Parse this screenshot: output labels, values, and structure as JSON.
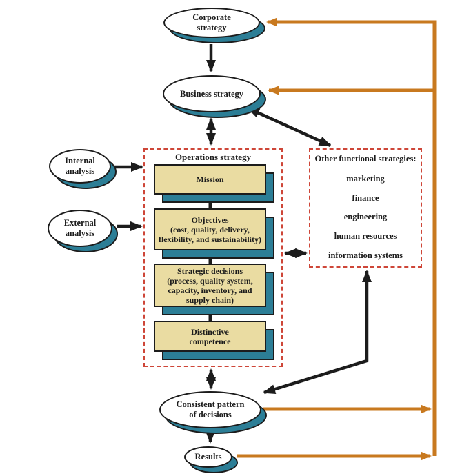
{
  "palette": {
    "teal_shadow": "#2C7E96",
    "tan_box": "#EADCA2",
    "dashed_red": "#CE4638",
    "feedback_orange": "#C8791F",
    "arrow_black": "#1c1c1c"
  },
  "nodes": {
    "corporate": {
      "line1": "Corporate",
      "line2": "strategy"
    },
    "business": {
      "label": "Business strategy"
    },
    "internal": {
      "line1": "Internal",
      "line2": "analysis"
    },
    "external": {
      "line1": "External",
      "line2": "analysis"
    },
    "consistent": {
      "line1": "Consistent pattern",
      "line2": "of decisions"
    },
    "results": {
      "label": "Results"
    }
  },
  "operations_panel": {
    "title": "Operations strategy",
    "boxes": [
      {
        "lines": [
          "Mission"
        ]
      },
      {
        "lines": [
          "Objectives",
          "(cost, quality, delivery,",
          "flexibility, and sustainability)"
        ]
      },
      {
        "lines": [
          "Strategic decisions",
          "(process, quality system,",
          "capacity, inventory, and",
          "supply chain)"
        ]
      },
      {
        "lines": [
          "Distinctive",
          "competence"
        ]
      }
    ]
  },
  "functional_panel": {
    "title": "Other functional strategies:",
    "items": [
      "marketing",
      "finance",
      "engineering",
      "human resources",
      "information systems"
    ]
  }
}
